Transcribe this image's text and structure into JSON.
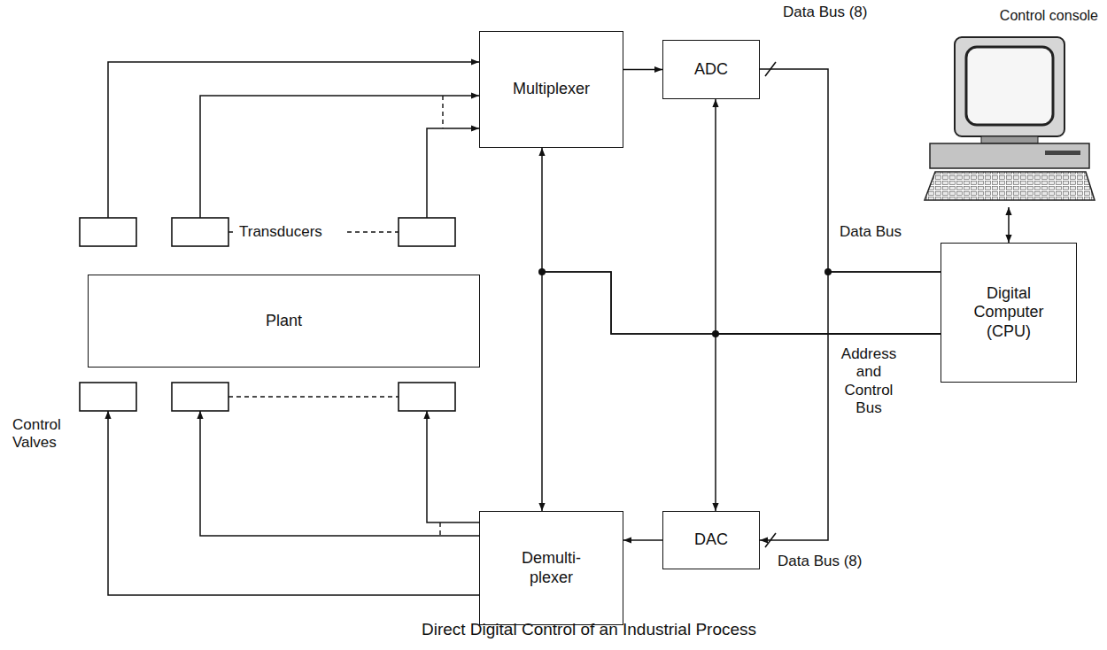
{
  "diagram": {
    "caption": "Direct Digital Control of an Industrial Process",
    "nodes": [
      {
        "text": [
          "Control console"
        ]
      },
      {
        "text": [
          "Multiplexer"
        ]
      },
      {
        "text": [
          "ADC"
        ]
      },
      {
        "text": [
          "Digital Computer (CPU)"
        ]
      },
      {
        "text": [
          "Plant"
        ]
      },
      {
        "text": [
          "Demulti- plexer"
        ]
      },
      {
        "text": [
          "DAC"
        ]
      }
    ],
    "edges": [
      {
        "from": 1,
        "to": 2,
        "arrow": "to"
      },
      {
        "from": 3,
        "to": 1,
        "arrow": "to"
      },
      {
        "from": 3,
        "to": 2,
        "arrow": "to"
      },
      {
        "from": 3,
        "to": 5,
        "arrow": "to"
      },
      {
        "from": 3,
        "to": 6,
        "arrow": "to"
      },
      {
        "from": 2,
        "to": 3,
        "arrow": "none"
      },
      {
        "from": 3,
        "to": 6,
        "arrow": "to"
      },
      {
        "from": 6,
        "to": 5,
        "arrow": "to"
      },
      {
        "from": 0,
        "to": 3,
        "arrow": "both"
      }
    ],
    "labels": [
      "Data Bus (8)",
      "Transducers",
      "Data Bus",
      "Address and Control Bus",
      "Control Valves",
      "Data Bus (8)"
    ]
  }
}
